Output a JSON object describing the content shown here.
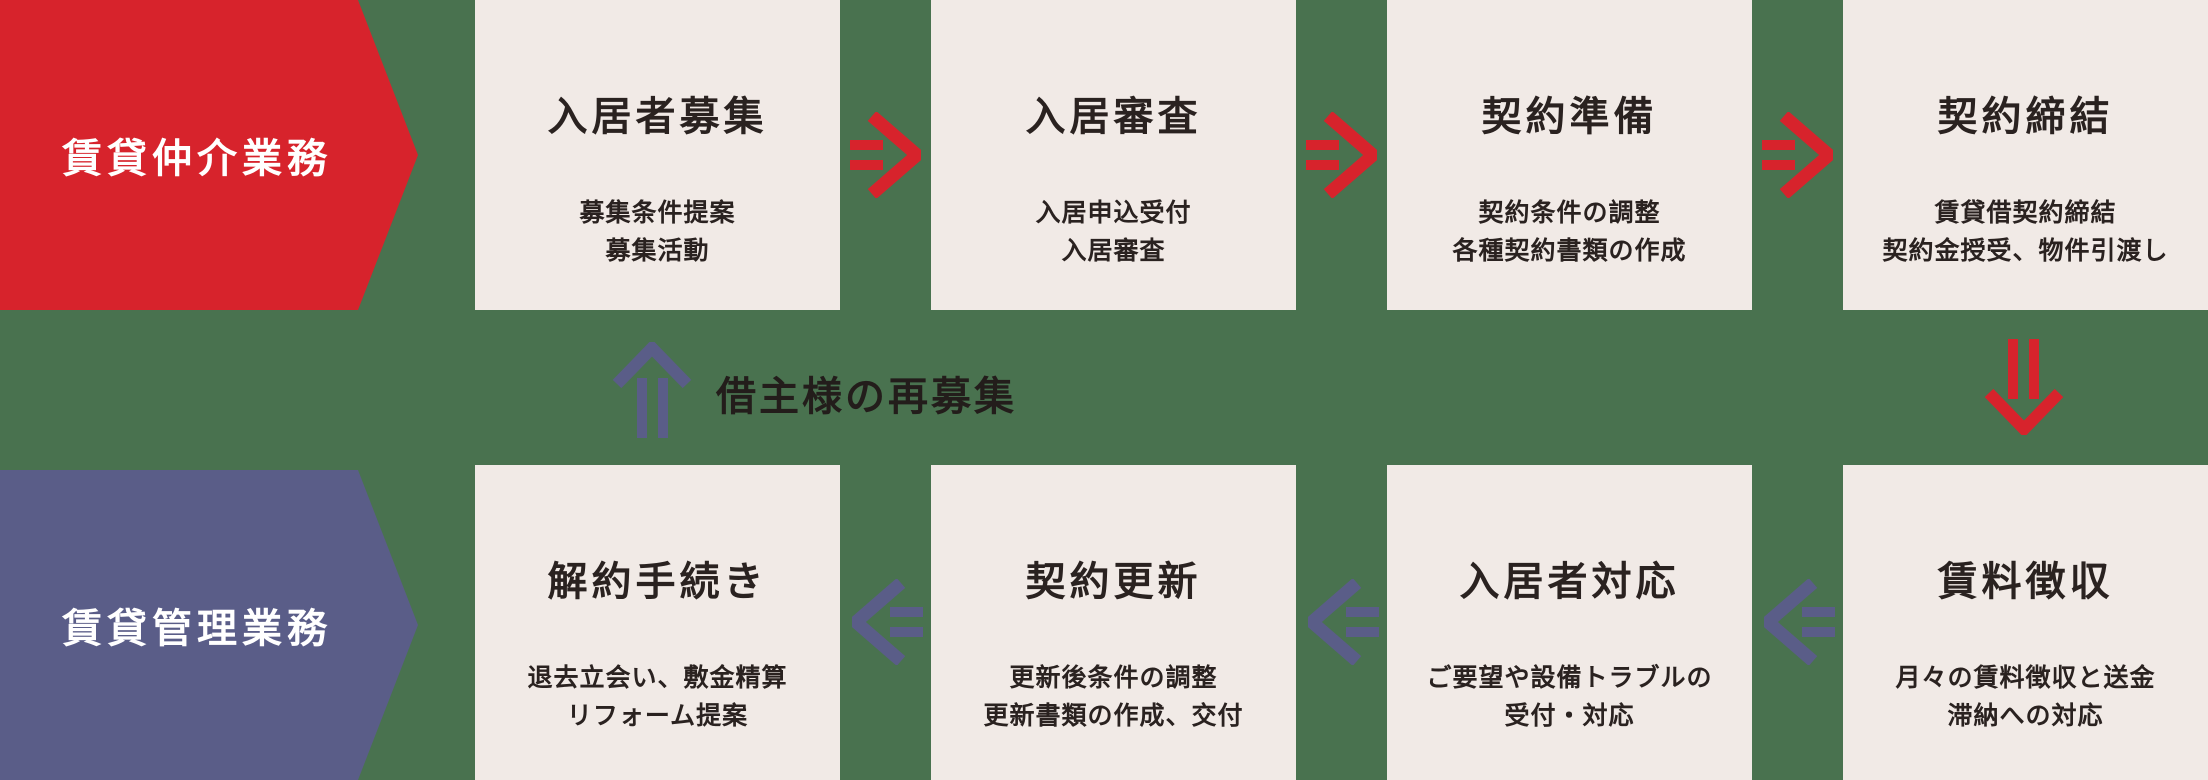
{
  "colors": {
    "background_green": "#49724F",
    "brokerage_red": "#D7232C",
    "management_purple": "#5A5D88",
    "card_cream": "#F1EAE6",
    "text_dark": "#2A2220",
    "text_white": "#FFFFFF"
  },
  "lanes": [
    {
      "label": "賃貸仲介業務"
    },
    {
      "label": "賃貸管理業務"
    }
  ],
  "rows": [
    {
      "cards": [
        {
          "title": "入居者募集",
          "lines": [
            "募集条件提案",
            "募集活動"
          ]
        },
        {
          "title": "入居審査",
          "lines": [
            "入居申込受付",
            "入居審査"
          ]
        },
        {
          "title": "契約準備",
          "lines": [
            "契約条件の調整",
            "各種契約書類の作成"
          ]
        },
        {
          "title": "契約締結",
          "lines": [
            "賃貸借契約締結",
            "契約金授受、物件引渡し"
          ]
        }
      ]
    },
    {
      "cards": [
        {
          "title": "解約手続き",
          "lines": [
            "退去立会い、敷金精算",
            "リフォーム提案"
          ]
        },
        {
          "title": "契約更新",
          "lines": [
            "更新後条件の調整",
            "更新書類の作成、交付"
          ]
        },
        {
          "title": "入居者対応",
          "lines": [
            "ご要望や設備トラブルの",
            "受付・対応"
          ]
        },
        {
          "title": "賃料徴収",
          "lines": [
            "月々の賃料徴収と送金",
            "滞納への対応"
          ]
        }
      ]
    }
  ],
  "middle": {
    "relisting_label": "借主様の再募集"
  },
  "icons": {
    "forward": "arrow-right-icon",
    "backward": "arrow-left-icon",
    "down": "arrow-down-icon",
    "up": "arrow-up-icon"
  }
}
